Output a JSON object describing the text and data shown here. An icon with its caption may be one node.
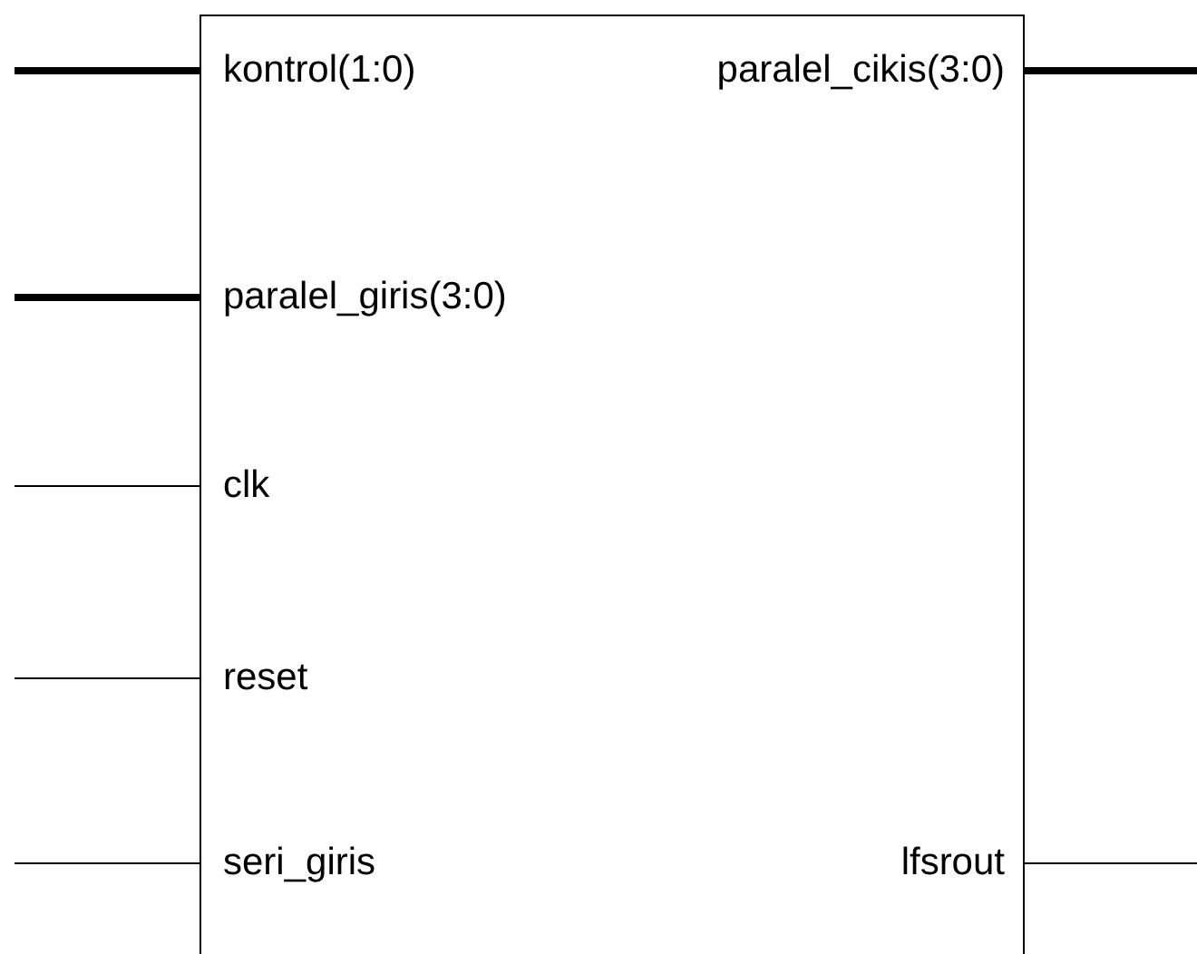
{
  "diagram": {
    "nodes": [
      {
        "text": [],
        "shape": "box"
      },
      {
        "text": [
          "kontrol(1:0)"
        ],
        "in": 0
      },
      {
        "text": [
          "paralel_cikis(3:0)"
        ],
        "in": 0
      },
      {
        "text": [
          "paralel_giris(3:0)"
        ],
        "in": 0
      },
      {
        "text": [
          "clk"
        ],
        "in": 0
      },
      {
        "text": [
          "reset"
        ],
        "in": 0
      },
      {
        "text": [
          "seri_giris"
        ],
        "in": 0
      },
      {
        "text": [
          "lfsrout"
        ],
        "in": 0
      }
    ],
    "edges": [
      {
        "from": null,
        "to": 1,
        "arrow": "none",
        "style": "thick"
      },
      {
        "from": 2,
        "to": null,
        "arrow": "none",
        "style": "thick"
      },
      {
        "from": null,
        "to": 3,
        "arrow": "none",
        "style": "thick"
      },
      {
        "from": null,
        "to": 4,
        "arrow": "none"
      },
      {
        "from": null,
        "to": 5,
        "arrow": "none"
      },
      {
        "from": null,
        "to": 6,
        "arrow": "none"
      },
      {
        "from": 7,
        "to": null,
        "arrow": "none"
      }
    ]
  }
}
